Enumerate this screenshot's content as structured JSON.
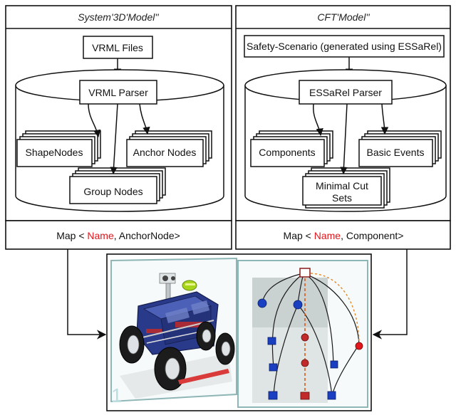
{
  "left_panel": {
    "title": "System'3D'Model''",
    "file_box": "VRML Files",
    "parser_box": "VRML Parser",
    "nodes": [
      "ShapeNodes",
      "Anchor Nodes",
      "Group Nodes"
    ],
    "map_prefix": "Map < ",
    "map_name": "Name",
    "map_suffix": ", AnchorNode>"
  },
  "right_panel": {
    "title": "CFT'Model''",
    "scenario_box": "Safety-Scenario (generated using ESSaRel)",
    "parser_box": "ESSaRel Parser",
    "nodes": [
      "Components",
      "Basic Events"
    ],
    "cutsets_line1": "Minimal Cut",
    "cutsets_line2": "Sets",
    "map_prefix": "Map < ",
    "map_name": "Name",
    "map_suffix": ", Component>"
  },
  "bottom_image": {
    "page_number": "1",
    "icons": [
      "rover-3d-model-image",
      "cft-graph-image"
    ]
  },
  "colors": {
    "highlight": "#e0171c",
    "rover_body": "#2a3a8a",
    "graph_node": "#1a3fc0",
    "graph_panel": "#cfd6d6"
  }
}
